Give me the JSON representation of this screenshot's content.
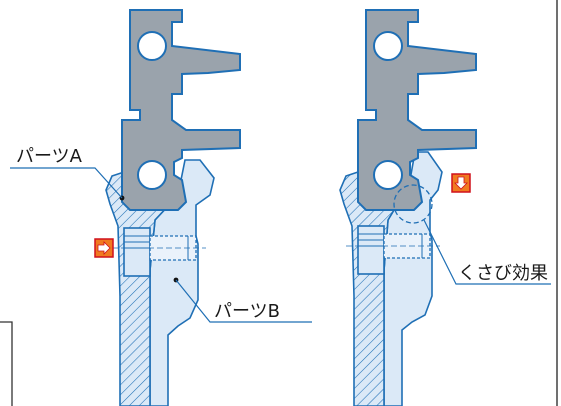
{
  "labels": {
    "part_a": "パーツA",
    "part_b": "パーツB",
    "wedge_effect": "くさび効果"
  },
  "colors": {
    "profile_fill": "#9aa3ac",
    "profile_stroke": "#1f6fb5",
    "part_fill": "#dbe9f7",
    "line": "#1f6fb5",
    "arrow_fill": "#f07a20",
    "arrow_stroke": "#d0101c",
    "hatch": "#1f6fb5"
  },
  "icons": {
    "push_right": "arrow-right-icon",
    "push_down": "arrow-down-icon"
  }
}
